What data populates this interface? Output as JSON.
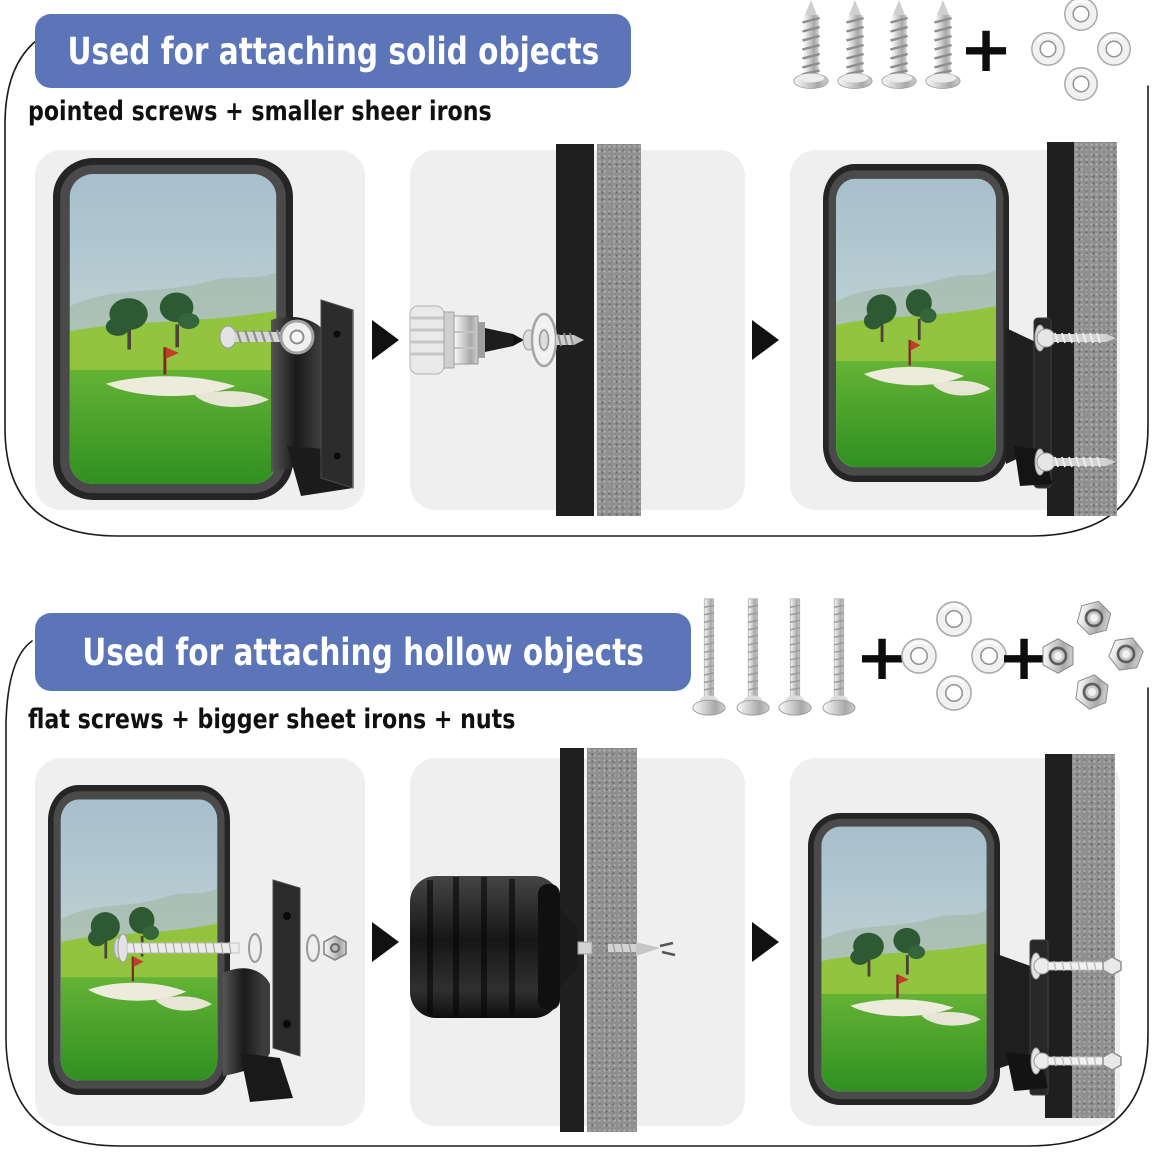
{
  "colors": {
    "banner_bg": "#5b75b8",
    "banner_text": "#ffffff",
    "subtitle_text": "#101010",
    "panel_bg": "#f0efef",
    "wall_dark": "#1f1f1f",
    "wall_gray": "#8f8f8f",
    "arrow": "#111111",
    "outline": "#1b1b1b"
  },
  "sections": [
    {
      "id": "solid-objects",
      "banner": "Used for attaching solid objects",
      "subtitle": "pointed screws + smaller sheer irons",
      "plus": "+",
      "hardware": {
        "groups": [
          {
            "name": "pointed-screws",
            "count": 4
          },
          {
            "name": "small-washers",
            "count": 4
          }
        ]
      },
      "steps": [
        {
          "name": "mirror-with-pointed-screw-and-washer"
        },
        {
          "name": "screwdriver-driving-screw-into-solid-wall"
        },
        {
          "name": "mirror-mounted-on-wall-with-screws"
        }
      ]
    },
    {
      "id": "hollow-objects",
      "banner": "Used for attaching hollow objects",
      "subtitle": "flat screws + bigger sheet irons + nuts",
      "plus1": "+",
      "plus2": "+",
      "hardware": {
        "groups": [
          {
            "name": "flat-screws",
            "count": 4
          },
          {
            "name": "big-washers",
            "count": 4
          },
          {
            "name": "hex-nuts",
            "count": 4
          }
        ]
      },
      "steps": [
        {
          "name": "mirror-with-flat-screw-washers-plate-and-nut"
        },
        {
          "name": "drill-driving-bolt-through-hollow-wall"
        },
        {
          "name": "mirror-mounted-on-wall-with-bolts-and-nuts"
        }
      ]
    }
  ]
}
